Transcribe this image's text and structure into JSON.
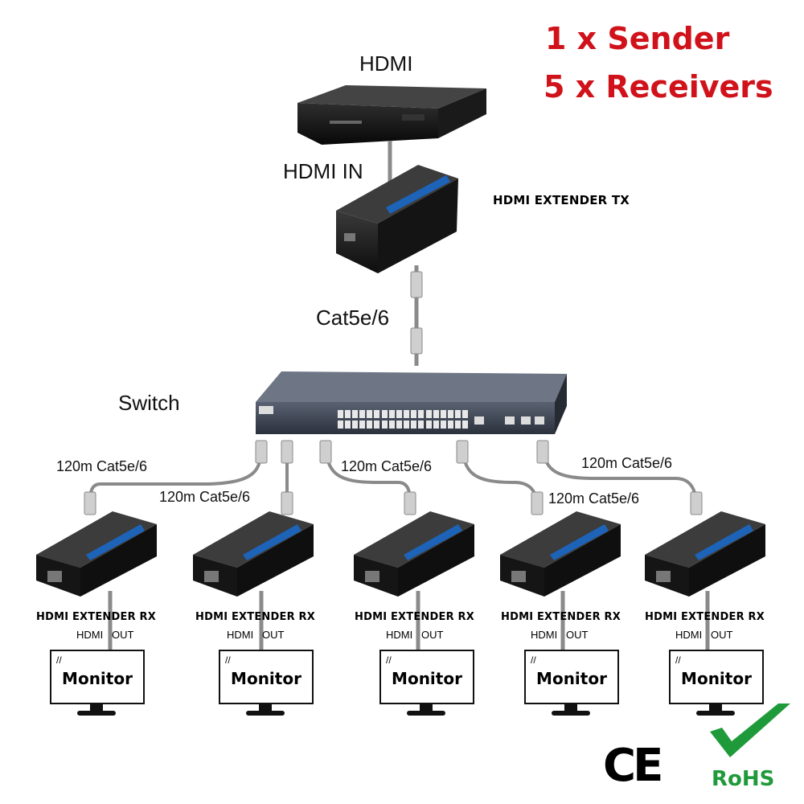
{
  "headline": {
    "line1": "1 x Sender",
    "line2": "5 x Receivers"
  },
  "source": {
    "label": "HDMI",
    "input_label": "HDMI IN"
  },
  "transmitter": {
    "label": "HDMI EXTENDER TX",
    "badge": "HDMI",
    "brand": "EXTENDER"
  },
  "uplink": {
    "label": "Cat5e/6"
  },
  "switch": {
    "label": "Switch"
  },
  "cable_labels": [
    "120m Cat5e/6",
    "120m Cat5e/6",
    "120m Cat5e/6",
    "120m Cat5e/6",
    "120m Cat5e/6"
  ],
  "receivers": [
    {
      "label": "HDMI EXTENDER RX",
      "out_label": "HDMI   OUT",
      "monitor": "Monitor"
    },
    {
      "label": "HDMI EXTENDER RX",
      "out_label": "HDMI   OUT",
      "monitor": "Monitor"
    },
    {
      "label": "HDMI EXTENDER RX",
      "out_label": "HDMI   OUT",
      "monitor": "Monitor"
    },
    {
      "label": "HDMI EXTENDER RX",
      "out_label": "HDMI   OUT",
      "monitor": "Monitor"
    },
    {
      "label": "HDMI EXTENDER RX",
      "out_label": "HDMI   OUT",
      "monitor": "Monitor"
    }
  ],
  "certifications": {
    "ce": "CE",
    "rohs": "RoHS"
  },
  "colors": {
    "headline": "#d0121b",
    "device": "#1b1b1b",
    "switch": "#3b4250",
    "cable": "#8a8a8a",
    "rohs": "#1f9a3a"
  },
  "icons": {
    "ce_mark": "ce-mark-icon",
    "rohs_check": "checkmark-icon"
  }
}
